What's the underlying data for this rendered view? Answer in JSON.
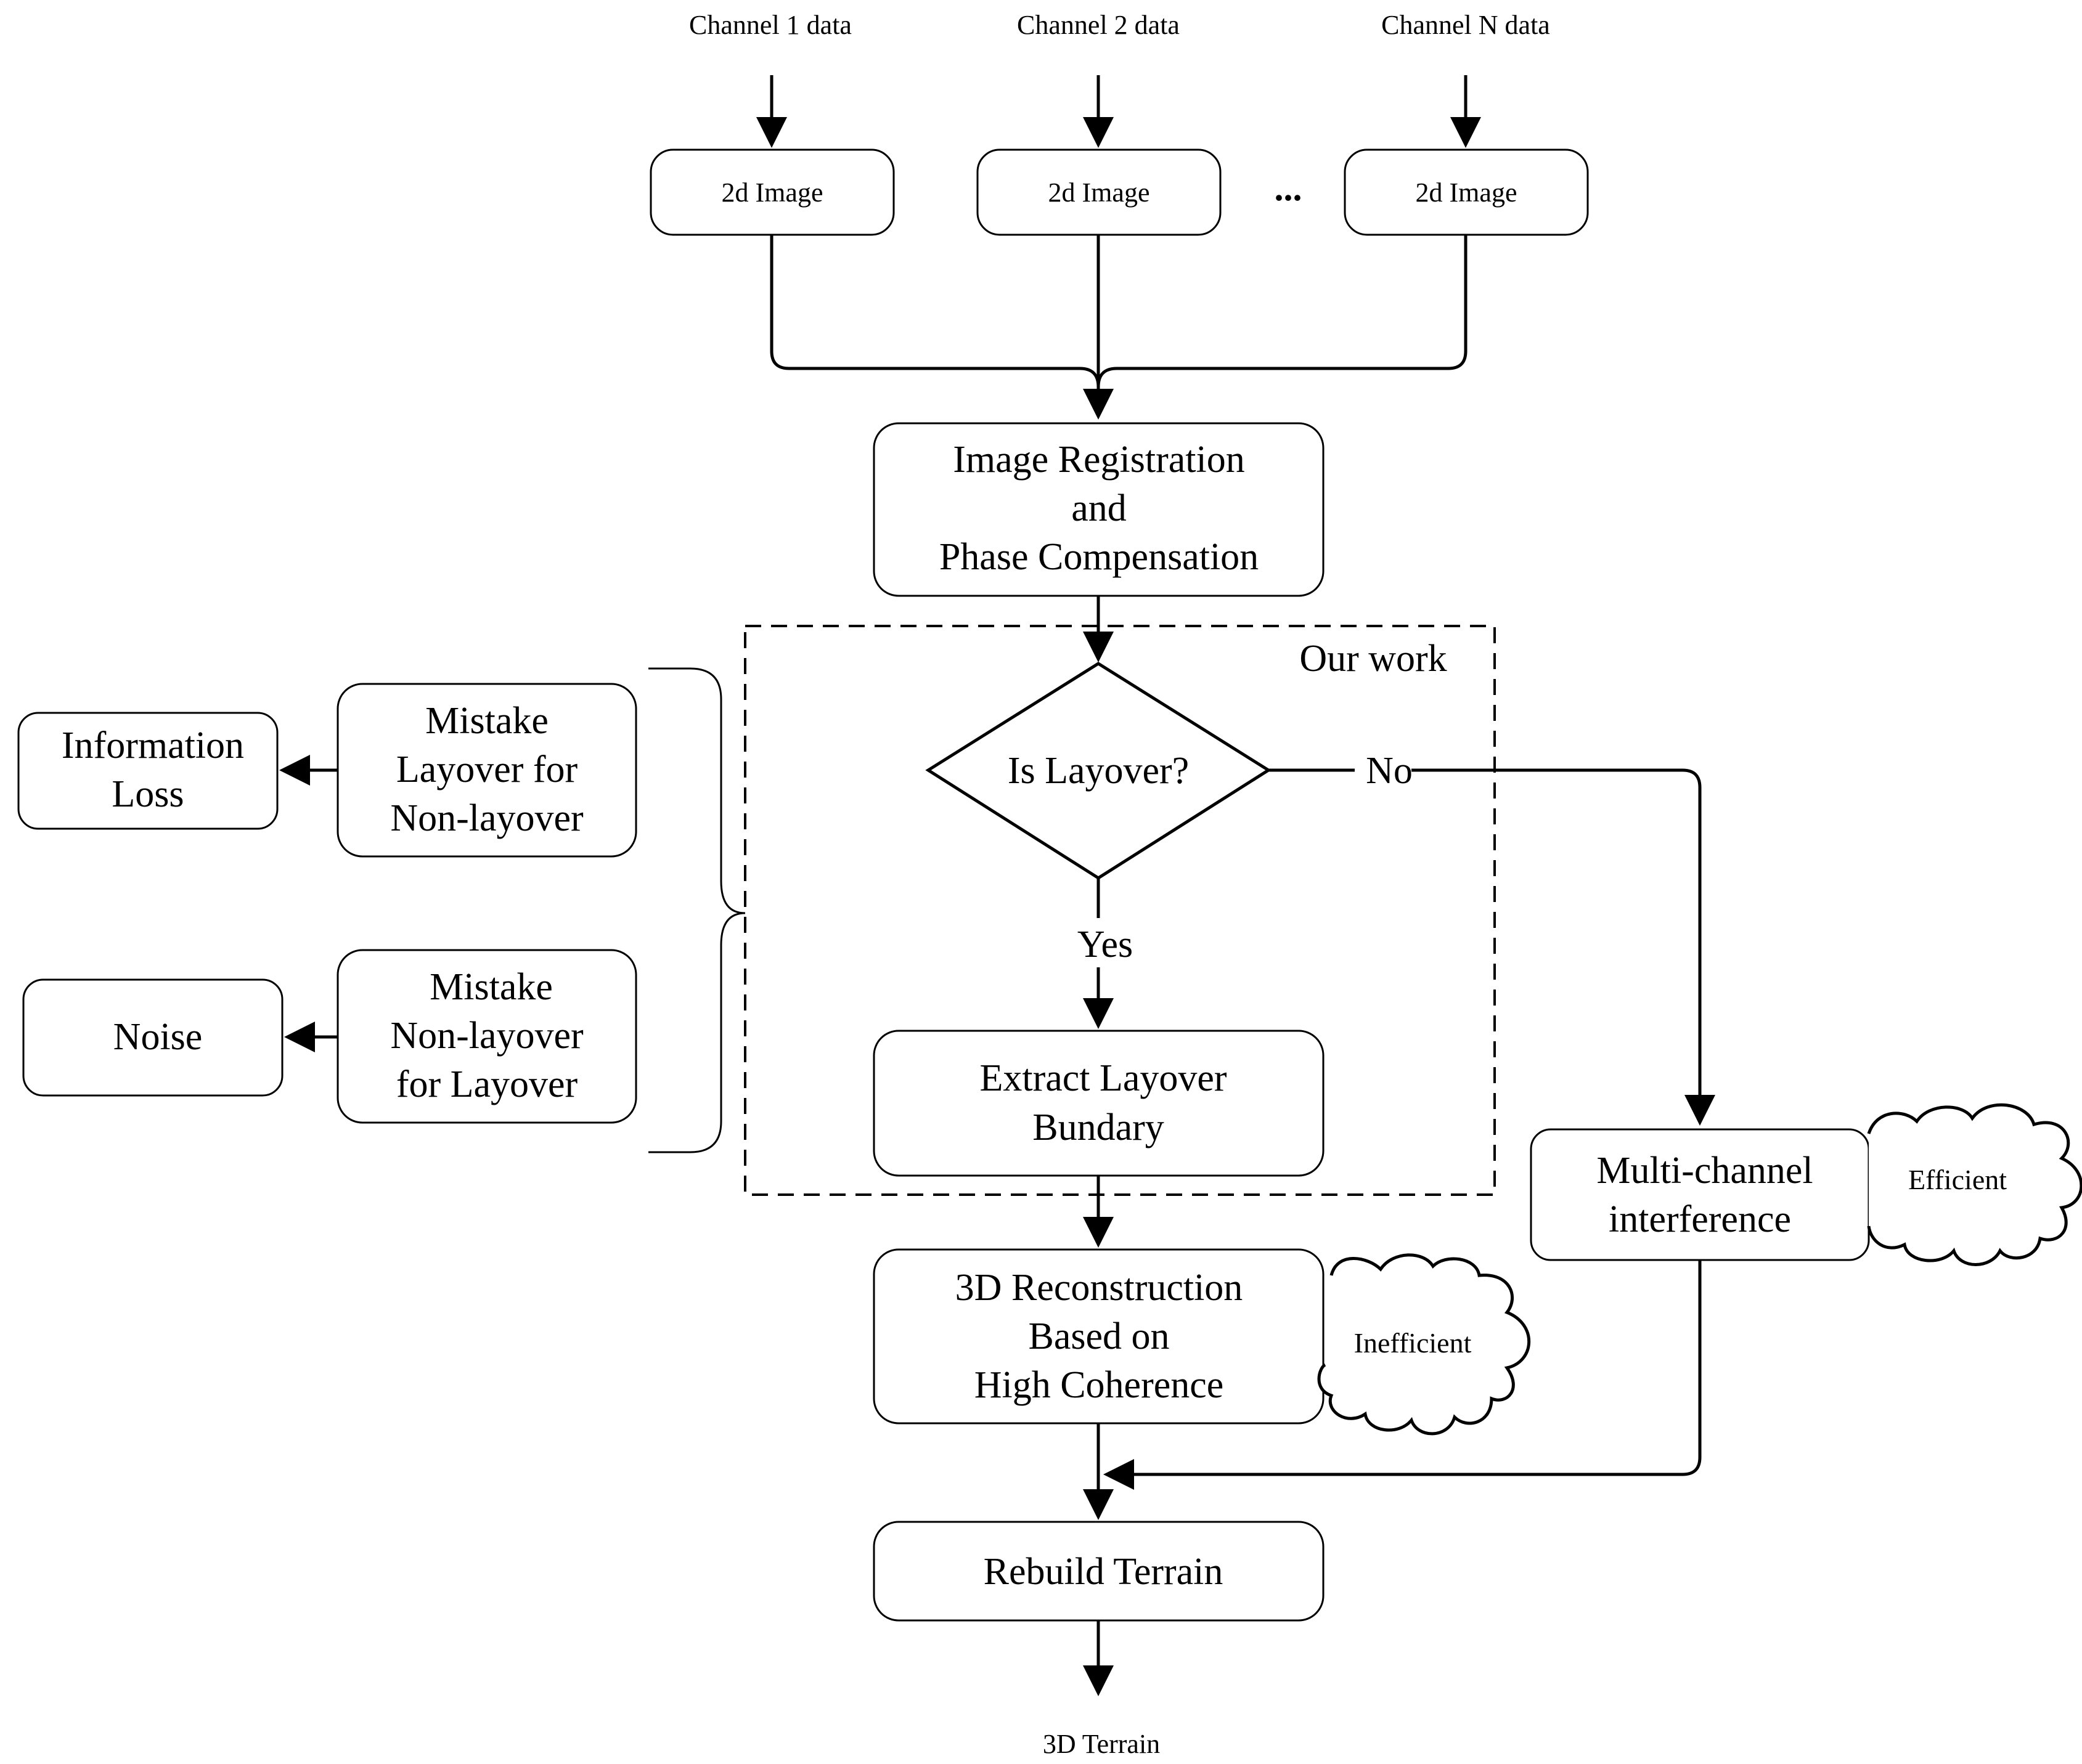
{
  "inputs": {
    "ch1": "Channel 1 data",
    "ch2": "Channel 2 data",
    "chN": "Channel N data"
  },
  "images": {
    "img1": "2d Image",
    "img2": "2d Image",
    "imgN": "2d Image",
    "ellipsis": "..."
  },
  "registration": [
    "Image Registration",
    "and",
    "Phase Compensation"
  ],
  "our_work": "Our work",
  "decision": {
    "label": "Is Layover?",
    "no": "No",
    "yes": "Yes"
  },
  "extract": [
    "Extract Layover",
    "Bundary"
  ],
  "reconstruction": [
    "3D Reconstruction",
    "Based on",
    "High Coherence"
  ],
  "inefficient": "Inefficient",
  "multichannel": [
    "Multi-channel",
    "interference"
  ],
  "efficient": "Efficient",
  "rebuild": "Rebuild Terrain",
  "output": "3D Terrain",
  "mistake1": [
    "Mistake",
    "Layover for",
    "Non-layover"
  ],
  "info_loss": [
    "Information",
    "Loss"
  ],
  "mistake2": [
    "Mistake",
    "Non-layover",
    "for Layover"
  ],
  "noise": "Noise"
}
